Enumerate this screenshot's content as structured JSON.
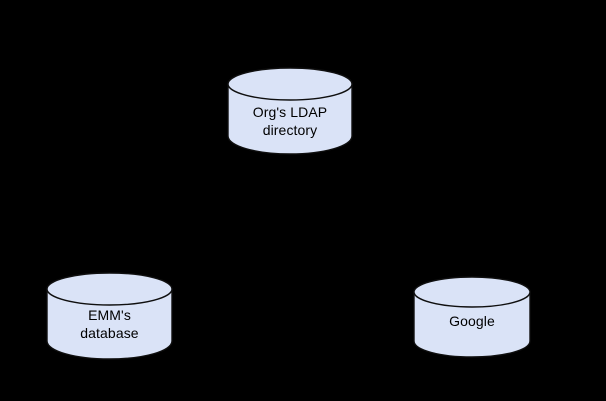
{
  "diagram": {
    "type": "cylinder-node-diagram",
    "background_color": "#000000",
    "node_fill_color": "#dae3f7",
    "node_stroke_color": "#0f0f0f",
    "text_color": "#000000",
    "nodes": [
      {
        "id": "ldap",
        "shape": "cylinder",
        "label": "Org's LDAP\ndirectory",
        "line1": "Org's LDAP",
        "line2": "directory"
      },
      {
        "id": "emm",
        "shape": "cylinder",
        "label": "EMM's\ndatabase",
        "line1": "EMM's",
        "line2": "database"
      },
      {
        "id": "google",
        "shape": "cylinder",
        "label": "Google",
        "line1": "Google",
        "line2": ""
      }
    ],
    "connectors": []
  }
}
